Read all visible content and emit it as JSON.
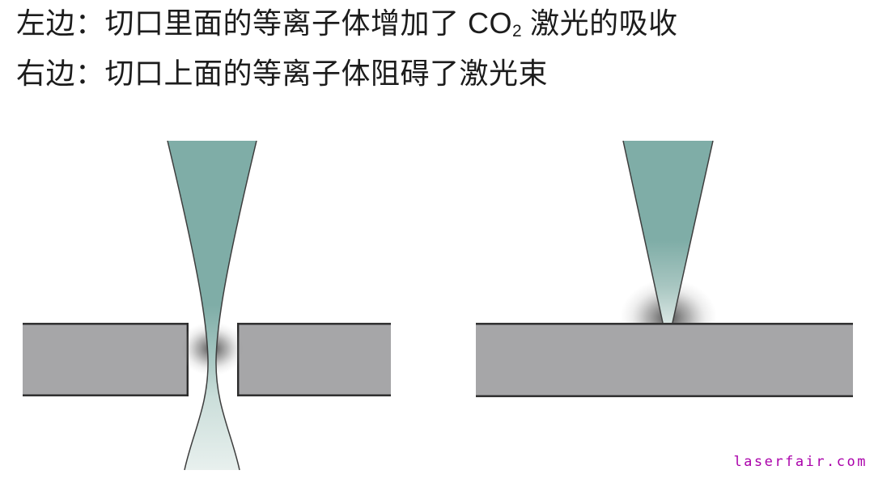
{
  "captions": {
    "line1": {
      "prefix": "左边：切口里面的等离子体增加了 CO",
      "subscript": "2",
      "suffix": " 激光的吸收"
    },
    "line2": "右边：切口上面的等离子体阻碍了激光束"
  },
  "watermark": {
    "text": "laserfair.com"
  },
  "colors": {
    "page_bg": "#ffffff",
    "text_dark": "#1c1c1c",
    "beam_teal": "#7fada7",
    "beam_faded": "#e8f0ee",
    "workpiece_gray": "#a6a6a8",
    "outline_dark": "#2b2b2b",
    "beam_edge": "#3e3e3e",
    "watermark_magenta": "#aa00aa"
  }
}
